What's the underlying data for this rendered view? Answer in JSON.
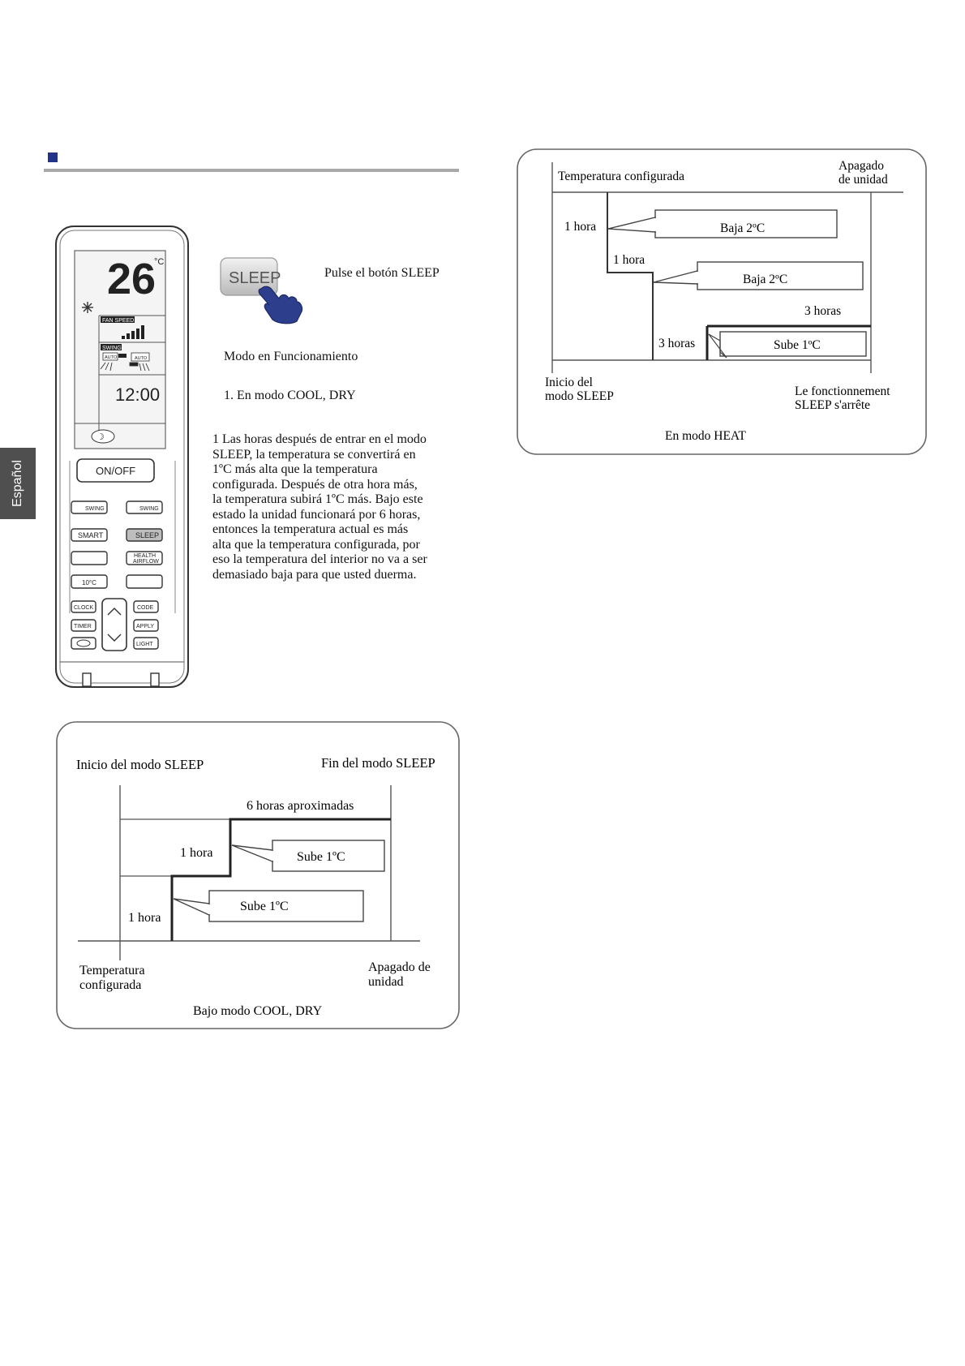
{
  "side_tab": {
    "label": "Español"
  },
  "sleep_button": {
    "button_text": "SLEEP",
    "instruction": "Pulse el botón SLEEP"
  },
  "section": {
    "heading": "Modo en Funcionamiento",
    "step1": "1. En modo COOL, DRY",
    "paragraph": "1 Las horas después de entrar en el modo\nSLEEP, la temperatura se convertirá en\n1ºC más alta que la temperatura\nconfigurada. Después de otra hora más,\nla temperatura subirá 1ºC más. Bajo este\nestado la unidad funcionará por 6 horas,\nentonces la temperatura actual es más\nalta que la temperatura configurada, por\neso la temperatura del interior no va a ser\ndemasiado baja para que usted duerma."
  },
  "remote": {
    "temp": "26",
    "temp_unit": "°C",
    "fan_speed_label": "FAN SPEED",
    "swing_label": "SWING",
    "auto_label_1": "AUTO",
    "auto_label_2": "AUTO",
    "time": "12:00",
    "onoff": "ON/OFF",
    "swing_btn_1": "SWING",
    "swing_btn_2": "SWING",
    "smart": "SMART",
    "sleep": "SLEEP",
    "health_airflow_1": "HEALTH",
    "health_airflow_2": "AIRFLOW",
    "ten_c": "10°C",
    "clock": "CLOCK",
    "code": "CODE",
    "timer": "TIMER",
    "apply": "APPLY",
    "light": "LIGHT"
  },
  "heat_chart": {
    "label_set_temp": "Temperatura configurada",
    "label_off_1": "Apagado",
    "label_off_2": "de unidad",
    "step1_time": "1 hora",
    "step1_note": "Baja 2ºC",
    "step2_time": "1 hora",
    "step2_note": "Baja 2ºC",
    "step3_time": "3 horas",
    "step3_label": "3 horas",
    "step3_note": "Sube 1ºC",
    "label_start_1": "Inicio del",
    "label_start_2": "modo SLEEP",
    "label_end_1": "Le fonctionnement",
    "label_end_2": "SLEEP s'arrête",
    "caption": "En modo HEAT"
  },
  "cool_chart": {
    "label_start": "Inicio del modo SLEEP",
    "label_end": "Fin del modo SLEEP",
    "label_6h": "6 horas aproximadas",
    "step2_time": "1 hora",
    "step2_note": "Sube 1ºC",
    "step1_time": "1 hora",
    "step1_note": "Sube 1ºC",
    "label_set_temp_1": "Temperatura",
    "label_set_temp_2": "configurada",
    "label_off_1": "Apagado de",
    "label_off_2": "unidad",
    "caption": "Bajo modo COOL, DRY"
  }
}
